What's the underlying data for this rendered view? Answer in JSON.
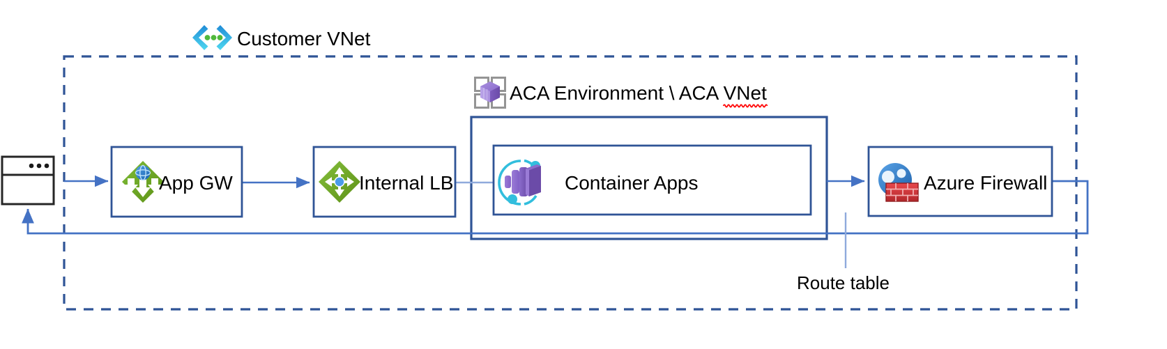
{
  "diagram": {
    "title_text": "Customer VNet",
    "groups": [
      {
        "id": "customer-vnet",
        "label": "Customer VNet",
        "icon": "vnet-icon",
        "border_style": "dashed",
        "border_color": "#2F5496"
      },
      {
        "id": "aca-environment",
        "label": "ACA Environment \\ ACA VNet",
        "label_plain": "ACA Environment \\ ACA ",
        "label_misspelled": "VNet",
        "icon": "aca-environment-icon",
        "border_style": "solid",
        "border_color": "#2F5496"
      }
    ],
    "nodes": [
      {
        "id": "client",
        "label": "",
        "icon": "browser-window-icon"
      },
      {
        "id": "app-gw",
        "label": "App GW",
        "icon": "application-gateway-icon"
      },
      {
        "id": "internal-lb",
        "label": "Internal LB",
        "icon": "load-balancer-icon"
      },
      {
        "id": "container-apps",
        "label": "Container Apps",
        "icon": "container-apps-icon"
      },
      {
        "id": "azure-firewall",
        "label": "Azure Firewall",
        "icon": "azure-firewall-icon"
      }
    ],
    "annotations": [
      {
        "id": "route-table",
        "label": "Route table"
      }
    ],
    "colors": {
      "box_border": "#2F5496",
      "dashed_border": "#2F5496",
      "arrow": "#4472C4",
      "arrow_light": "#8FAADC",
      "icon_green": "#6EA72B",
      "icon_green_dark": "#5B9018",
      "icon_blue": "#1F8BD6",
      "icon_purple": "#8661C5",
      "icon_purple_dark": "#6B4BA8",
      "icon_cyan": "#32BEDD",
      "icon_red": "#D13438",
      "icon_gray": "#949494",
      "globe_blue": "#2B7CD3",
      "text": "#000000",
      "spellcheck": "#FF0000"
    }
  }
}
